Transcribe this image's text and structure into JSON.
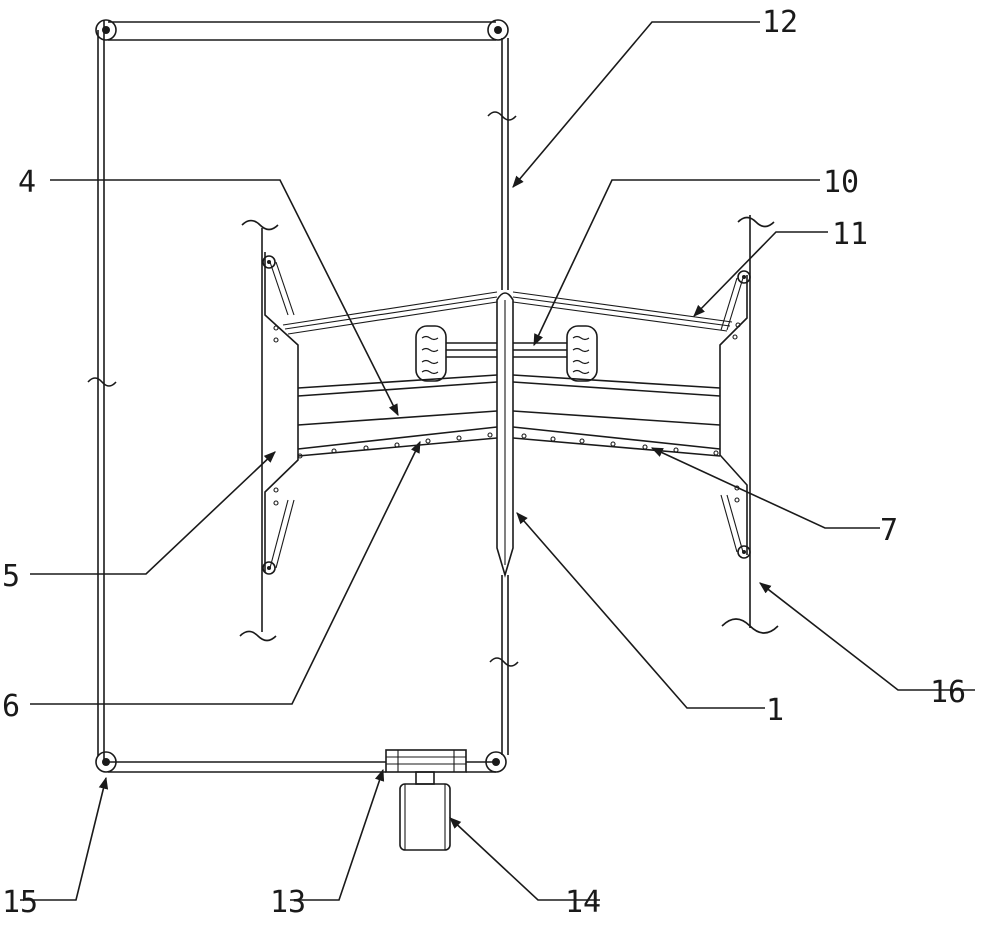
{
  "diagram": {
    "labels": {
      "l1": "1",
      "l4": "4",
      "l5": "5",
      "l6": "6",
      "l7": "7",
      "l10": "10",
      "l11": "11",
      "l12": "12",
      "l13": "13",
      "l14": "14",
      "l15": "15",
      "l16": "16"
    }
  }
}
